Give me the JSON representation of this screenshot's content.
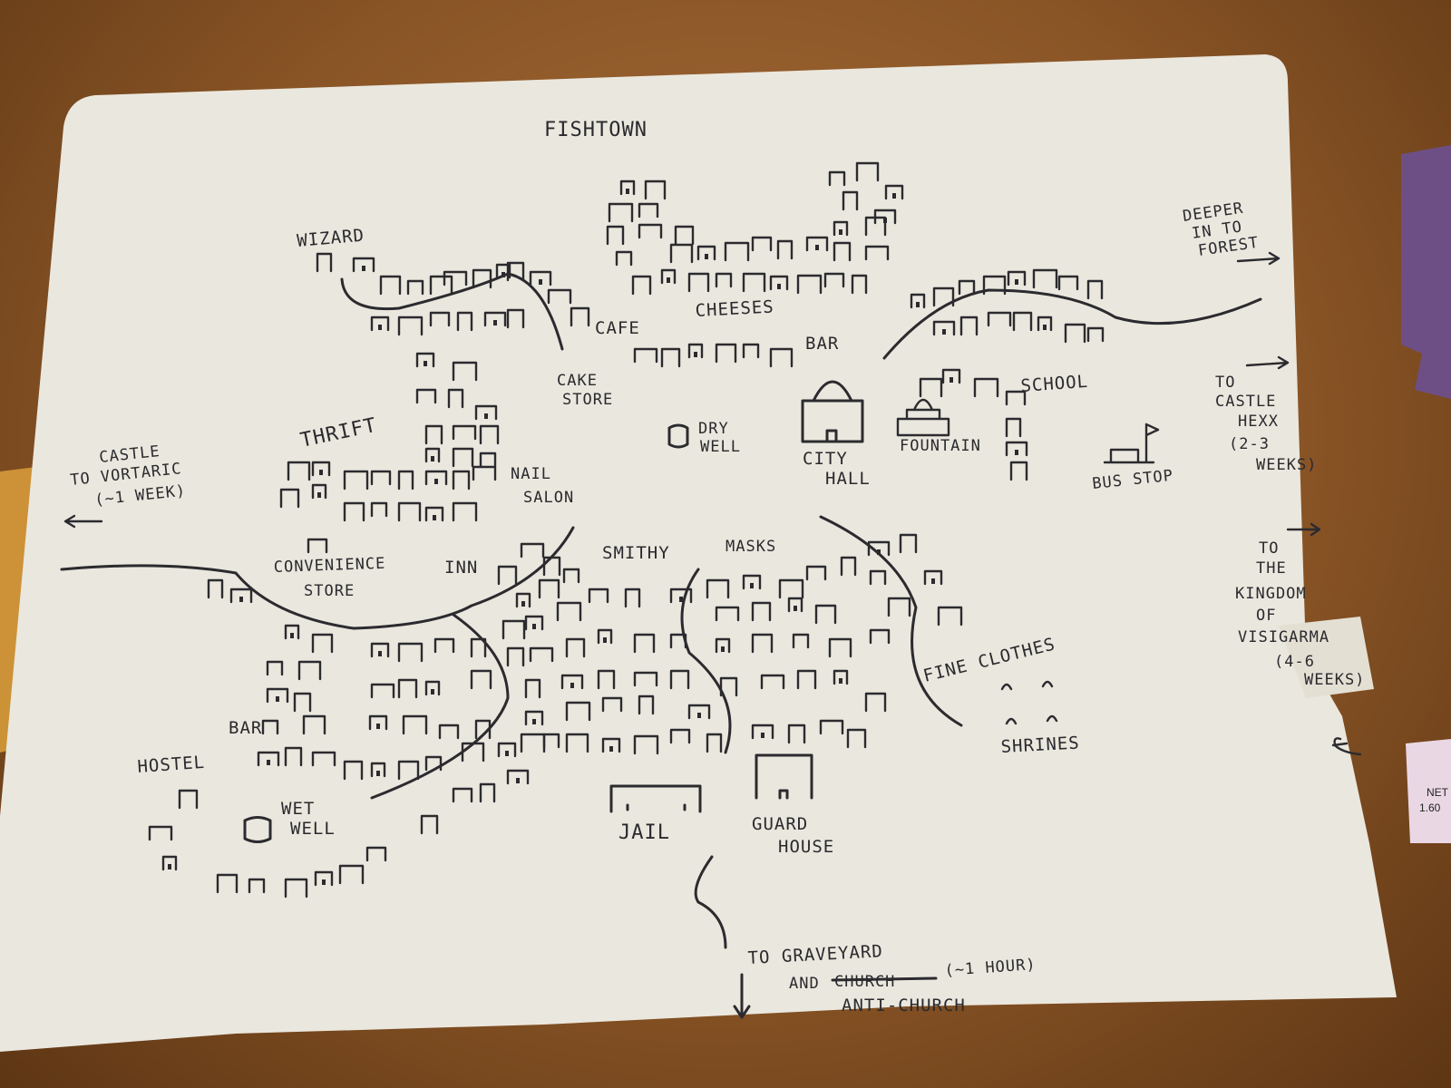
{
  "map": {
    "title": "FISHTOWN",
    "places": {
      "wizard": "WIZARD",
      "cafe": "CAFE",
      "cheeses": "CHEESES",
      "bar_north": "BAR",
      "cake_store_1": "CAKE",
      "cake_store_2": "STORE",
      "thrift": "THRIFT",
      "dry_well_1": "DRY",
      "dry_well_2": "WELL",
      "city_hall_1": "CITY",
      "city_hall_2": "HALL",
      "fountain": "FOUNTAIN",
      "school": "SCHOOL",
      "bus_stop": "BUS STOP",
      "nail_salon_1": "NAIL",
      "nail_salon_2": "SALON",
      "convenience_store_1": "CONVENIENCE",
      "convenience_store_2": "STORE",
      "inn": "INN",
      "smithy": "SMITHY",
      "masks": "MASKS",
      "fine_clothes": "FINE CLOTHES",
      "shrines": "SHRINES",
      "bar_south": "BAR",
      "hostel": "HOSTEL",
      "wet_well_1": "WET",
      "wet_well_2": "WELL",
      "jail": "JAIL",
      "guard_house_1": "GUARD",
      "guard_house_2": "HOUSE"
    },
    "directions": {
      "forest_1": "DEEPER",
      "forest_2": "IN TO",
      "forest_3": "FOREST",
      "hexx_1": "to",
      "hexx_2": "CASTLE",
      "hexx_3": "HEXX",
      "hexx_4": "(2-3",
      "hexx_5": "weeks)",
      "vortaric_1": "CASTLE",
      "vortaric_2": "to VORTARIC",
      "vortaric_3": "(~1 WEEK)",
      "visigarma_1": "to",
      "visigarma_2": "the",
      "visigarma_3": "KINGDOM",
      "visigarma_4": "OF",
      "visigarma_5": "VISIGARMA",
      "visigarma_6": "(4-6",
      "visigarma_7": "weeks)",
      "graveyard_1": "to GRAVEYARD",
      "graveyard_2a": "AND",
      "graveyard_2b": "CHURCH",
      "graveyard_2c": "(~1 HOUR)",
      "graveyard_3": "ANTI-CHURCH"
    },
    "signature": "E",
    "corner_tag_1": "NET",
    "corner_tag_2": "1.60"
  },
  "colors": {
    "paper": "#eae7de",
    "ink": "#2b2b2f",
    "table": "#8a5526"
  }
}
